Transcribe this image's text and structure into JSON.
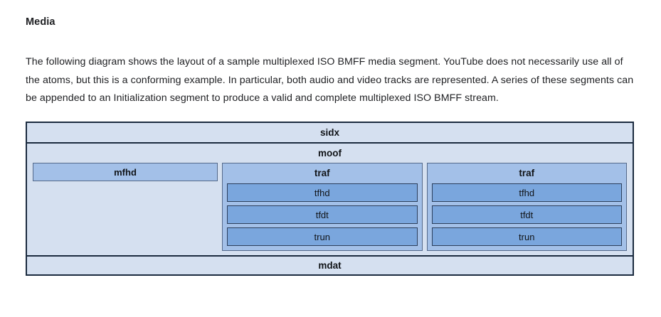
{
  "section": {
    "title": "Media",
    "paragraph": "The following diagram shows the layout of a sample multiplexed ISO BMFF media segment. YouTube does not necessarily use all of the atoms, but this is a conforming example. In particular, both audio and video tracks are represented. A series of these segments can be appended to an Initialization segment to produce a valid and complete multiplexed ISO BMFF stream."
  },
  "colors": {
    "container_fill": "#d5e0f0",
    "mid_fill": "#a3c0e8",
    "leaf_fill": "#7aa6dd",
    "outer_border": "#1b2b3f",
    "mid_border": "#54698a",
    "leaf_border": "#2c3f5c"
  },
  "diagram": {
    "sidx_label": "sidx",
    "moof_label": "moof",
    "mfhd_label": "mfhd",
    "mdat_label": "mdat",
    "traf_boxes": [
      {
        "label": "traf",
        "children": [
          {
            "label": "tfhd"
          },
          {
            "label": "tfdt"
          },
          {
            "label": "trun"
          }
        ]
      },
      {
        "label": "traf",
        "children": [
          {
            "label": "tfhd"
          },
          {
            "label": "tfdt"
          },
          {
            "label": "trun"
          }
        ]
      }
    ]
  }
}
